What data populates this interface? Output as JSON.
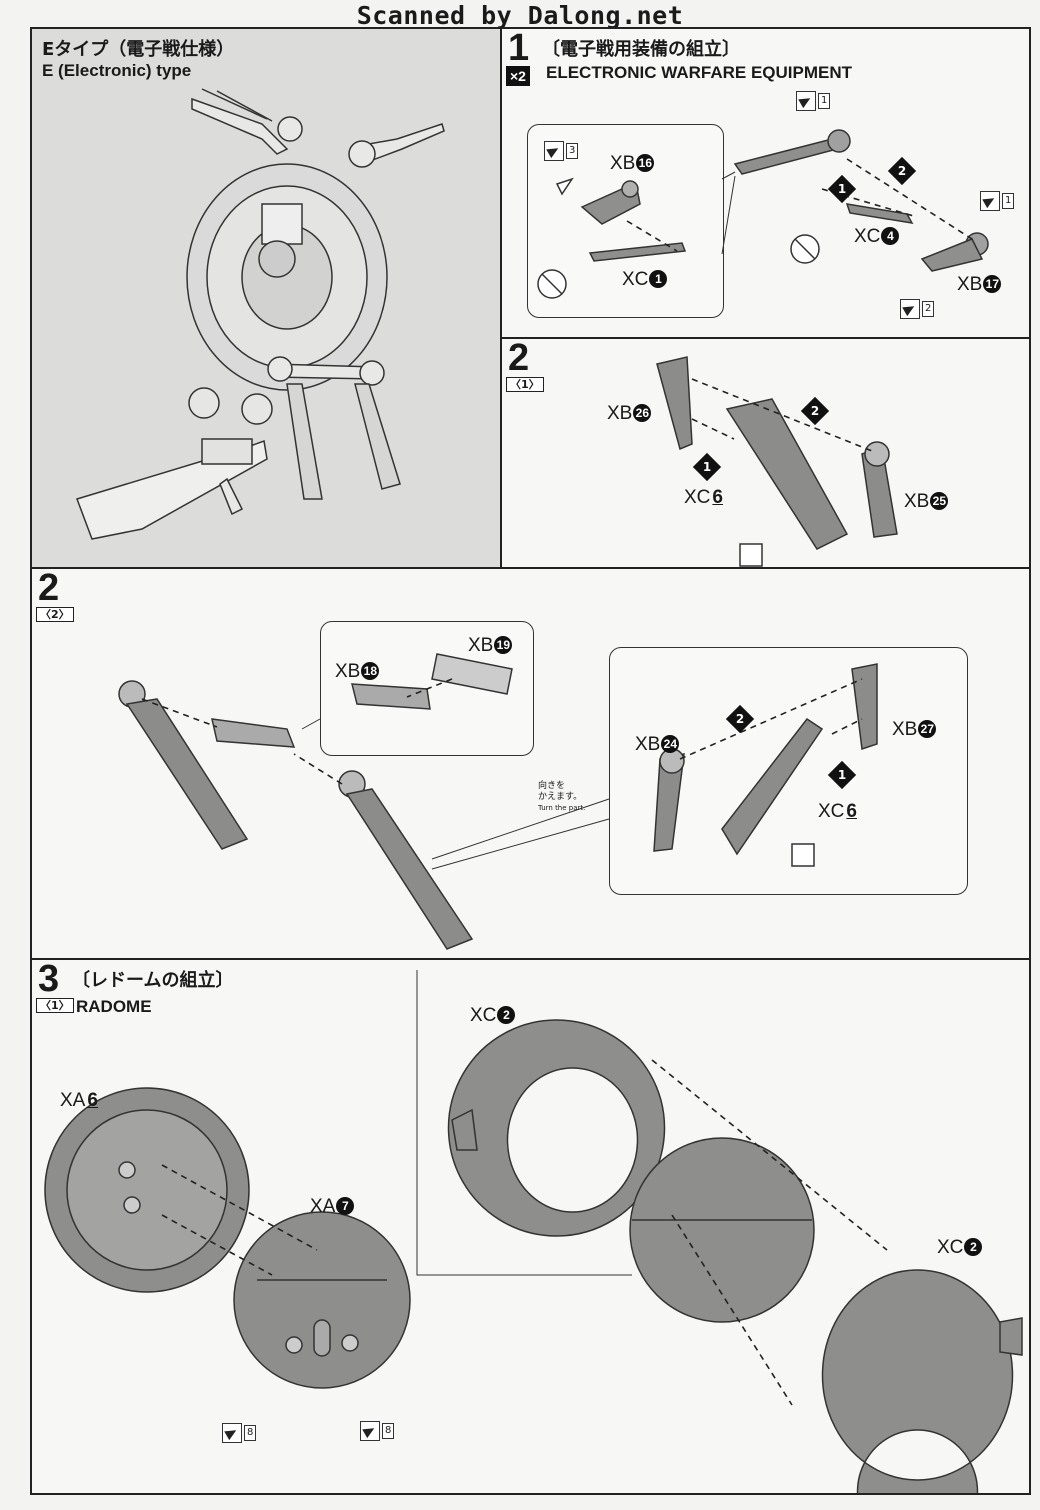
{
  "watermark": "Scanned by Dalong.net",
  "etype": {
    "title_jp": "Eタイプ（電子戦仕様）",
    "title_en": "E (Electronic) type"
  },
  "step1": {
    "number": "1",
    "title_jp": "〔電子戦用装備の組立〕",
    "title_en": "ELECTRONIC WARFARE EQUIPMENT",
    "multiplier": "×2",
    "parts": [
      "XB",
      "XC",
      "XC",
      "XB"
    ],
    "nums": [
      "16",
      "1",
      "4",
      "17"
    ],
    "tools": [
      "3",
      "1",
      "1",
      "2"
    ],
    "order": [
      "1",
      "2"
    ]
  },
  "step2a": {
    "number": "2",
    "sub": "〈1〉",
    "parts": [
      "XB",
      "XC",
      "XB"
    ],
    "nums": [
      "26",
      "6",
      "25"
    ],
    "order": [
      "1",
      "2"
    ]
  },
  "step2b": {
    "number": "2",
    "sub": "〈2〉",
    "parts": [
      "XB",
      "XB",
      "XB",
      "XB",
      "XC"
    ],
    "nums": [
      "18",
      "19",
      "24",
      "27",
      "6"
    ],
    "note_jp_1": "向きを",
    "note_jp_2": "かえます。",
    "note_en": "Turn the part.",
    "order": [
      "1",
      "2"
    ]
  },
  "step3": {
    "number": "3",
    "sub": "〈1〉",
    "title_jp": "〔レドームの組立〕",
    "title_en": "RADOME",
    "parts": [
      "XA",
      "XA",
      "XC",
      "XC"
    ],
    "nums": [
      "6",
      "7",
      "2",
      "2"
    ],
    "tools": [
      "8",
      "8"
    ]
  }
}
